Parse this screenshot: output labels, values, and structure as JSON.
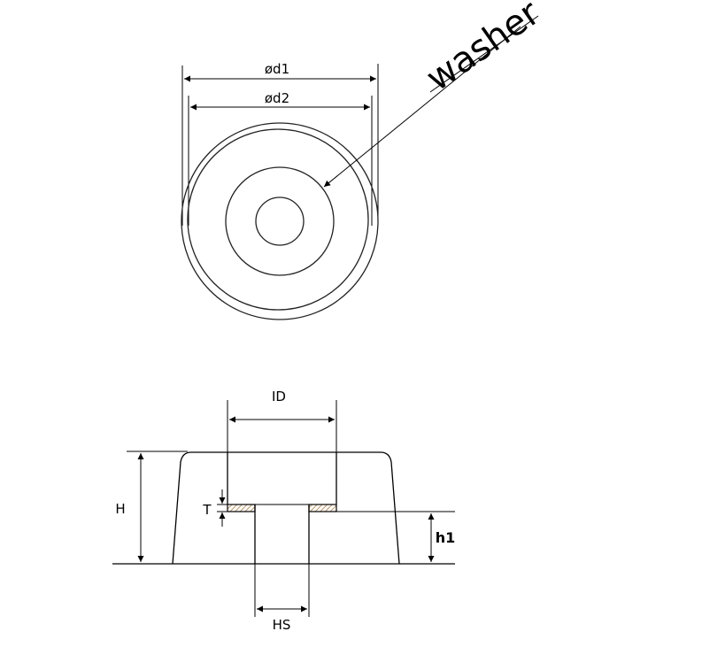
{
  "top_view": {
    "dim_outer": "ød1",
    "dim_inner": "ød2",
    "callout": "washer"
  },
  "section_view": {
    "dim_id": "ID",
    "dim_height": "H",
    "dim_thickness": "T",
    "dim_h1": "h1",
    "dim_hs": "HS"
  },
  "colors": {
    "line": "#000000",
    "hatch": "#b07a3a",
    "background": "#ffffff"
  }
}
